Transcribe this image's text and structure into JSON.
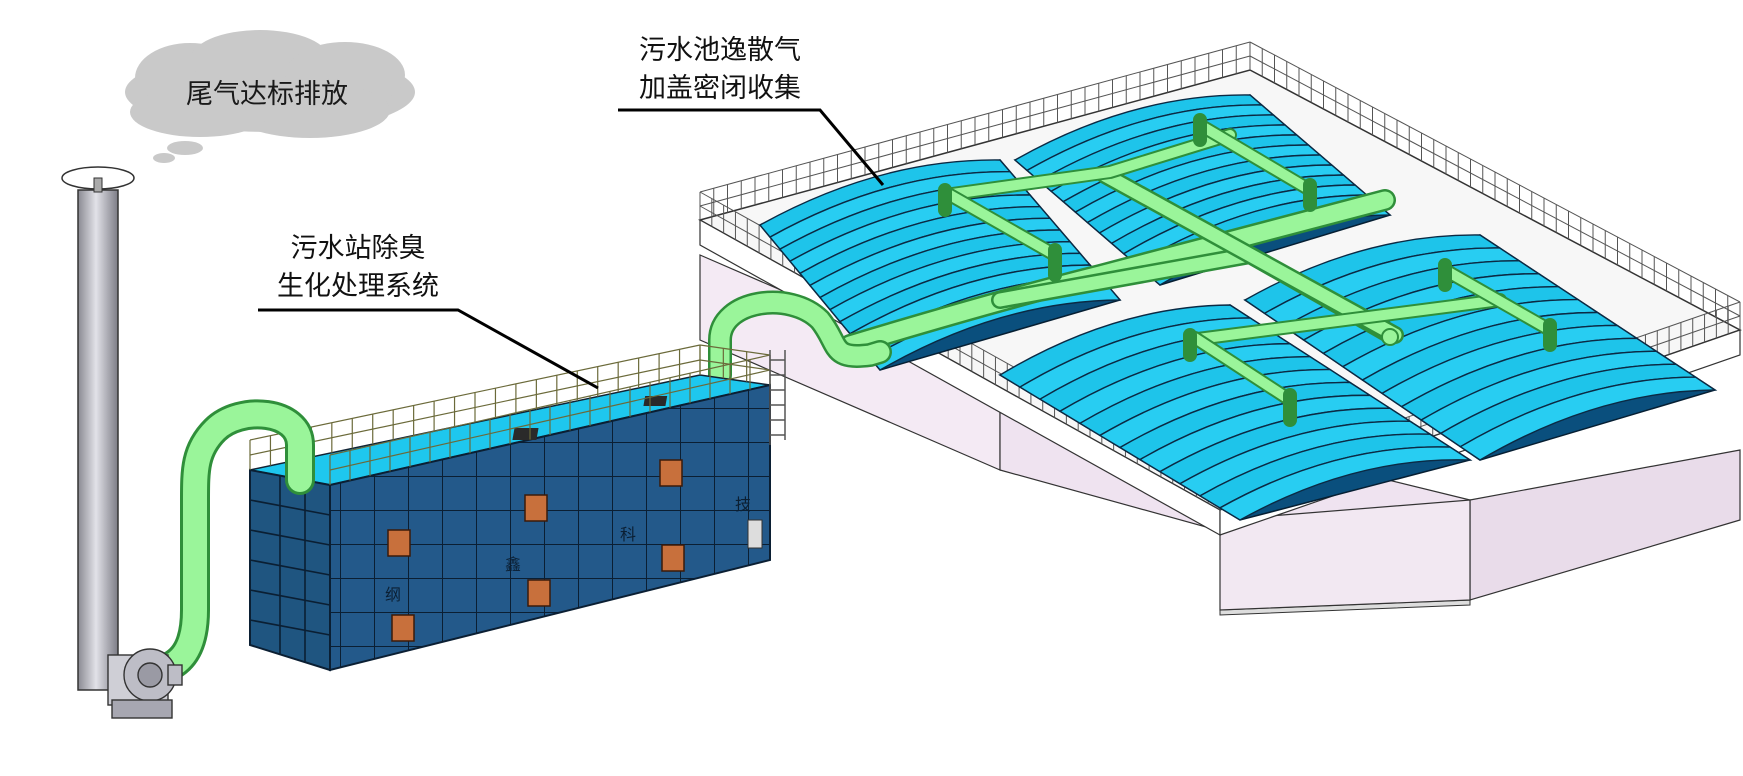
{
  "callouts": {
    "exhaust": {
      "text": "尾气达标排放"
    },
    "pool_cover": {
      "line1": "污水池逸散气",
      "line2": "加盖密闭收集"
    },
    "deodor_system": {
      "line1": "污水站除臭",
      "line2": "生化处理系统"
    }
  },
  "equipment_marks": [
    "纲",
    "鑫",
    "科",
    "技"
  ],
  "colors": {
    "pipe": "#8ef08e",
    "pipe_stroke": "#2f8f3a",
    "roof_light": "#1ec7ee",
    "roof_dark": "#0a4f7d",
    "box_face": "#23598a",
    "box_top": "#1ec7ee",
    "window": "#c8703c",
    "cloud": "#c9c9c9",
    "stack": "#b7b7c0",
    "tank_side": "#f1e6f2"
  },
  "icons": [
    "chimney-stack-icon",
    "exhaust-fan-icon",
    "cloud-icon"
  ]
}
